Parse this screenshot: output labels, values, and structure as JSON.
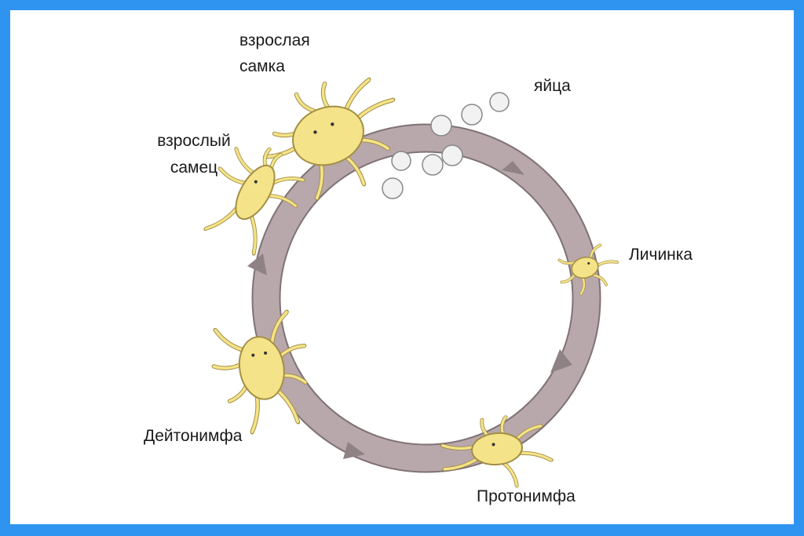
{
  "diagram": {
    "colors": {
      "frame": "#2f94f0",
      "background": "#ffffff",
      "ring": "#b8a8ab",
      "ring_outline": "#7f7275",
      "mite_body": "#f5e389",
      "mite_outline": "#a38f45",
      "egg": "#f2f2f2"
    },
    "labels": {
      "adult_female": "взрослая самка",
      "eggs": "яйца",
      "adult_male": "взрослый самец",
      "larva": "Личинка",
      "deutonymph": "Дейтонимфа",
      "protonymph": "Протонимфа"
    }
  }
}
